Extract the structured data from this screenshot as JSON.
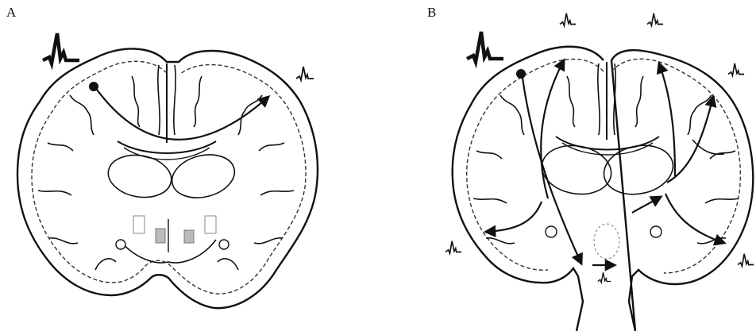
{
  "panels": [
    {
      "label": "A"
    },
    {
      "label": "B"
    }
  ],
  "colors": {
    "ink": "#111111",
    "cortex_stipple": "#9a9a9a",
    "background": "#ffffff"
  },
  "icons": {
    "spike_large": "large-spike-waveform",
    "spike_small": "small-spike-waveform",
    "focus_dot": "epileptic-focus-dot",
    "arrow": "propagation-arrow"
  }
}
